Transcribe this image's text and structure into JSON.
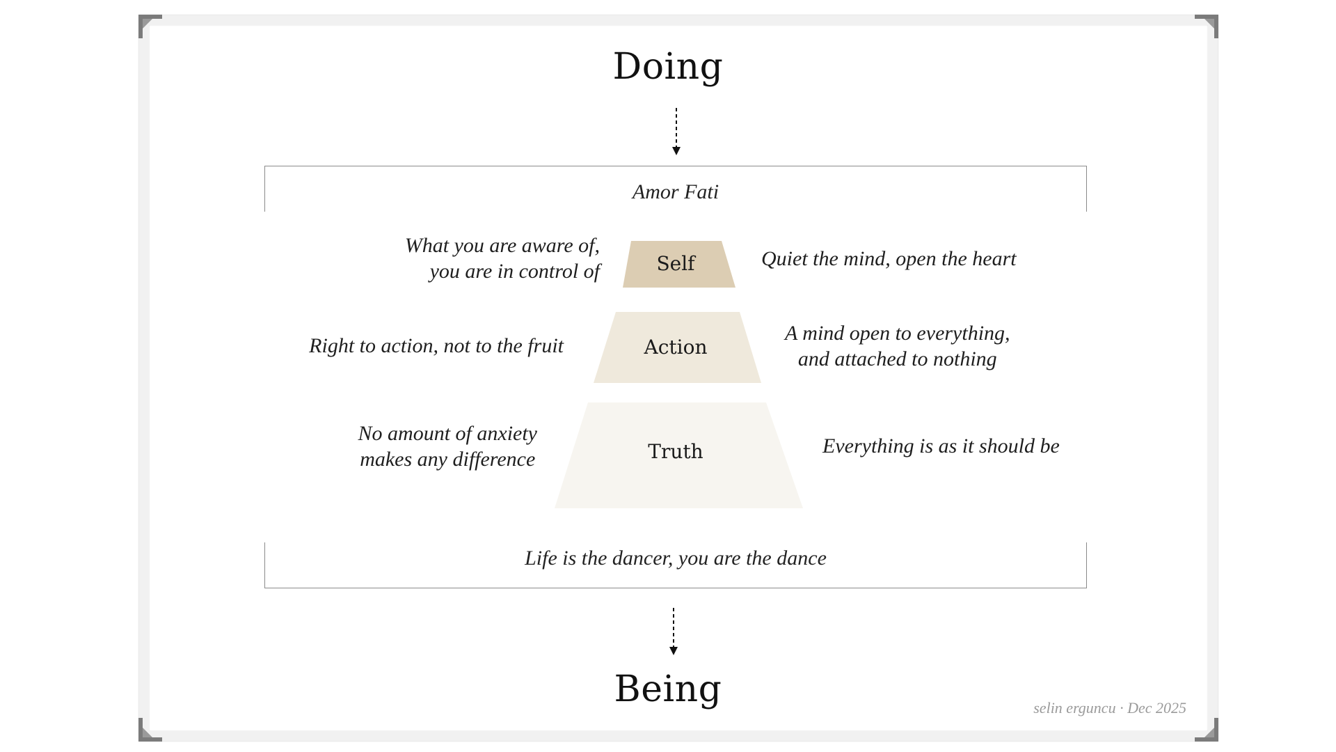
{
  "diagram": {
    "top_title": "Doing",
    "bottom_title": "Being",
    "frame_top_caption": "Amor Fati",
    "frame_bottom_caption": "Life is the dancer, you are the dance",
    "tiers": [
      {
        "label": "Self",
        "color": "#dccdb3",
        "left_note": [
          "What you are aware of,",
          "you are in control of"
        ],
        "right_note": [
          "Quiet the mind, open the heart"
        ]
      },
      {
        "label": "Action",
        "color": "#efe9dc",
        "left_note": [
          "Right to action, not to the fruit"
        ],
        "right_note": [
          "A mind open to everything,",
          "and attached to nothing"
        ]
      },
      {
        "label": "Truth",
        "color": "#f7f5f0",
        "left_note": [
          "No amount of anxiety",
          "makes any difference"
        ],
        "right_note": [
          "Everything is as it should be"
        ]
      }
    ],
    "signature": "selin erguncu · Dec 2025"
  }
}
